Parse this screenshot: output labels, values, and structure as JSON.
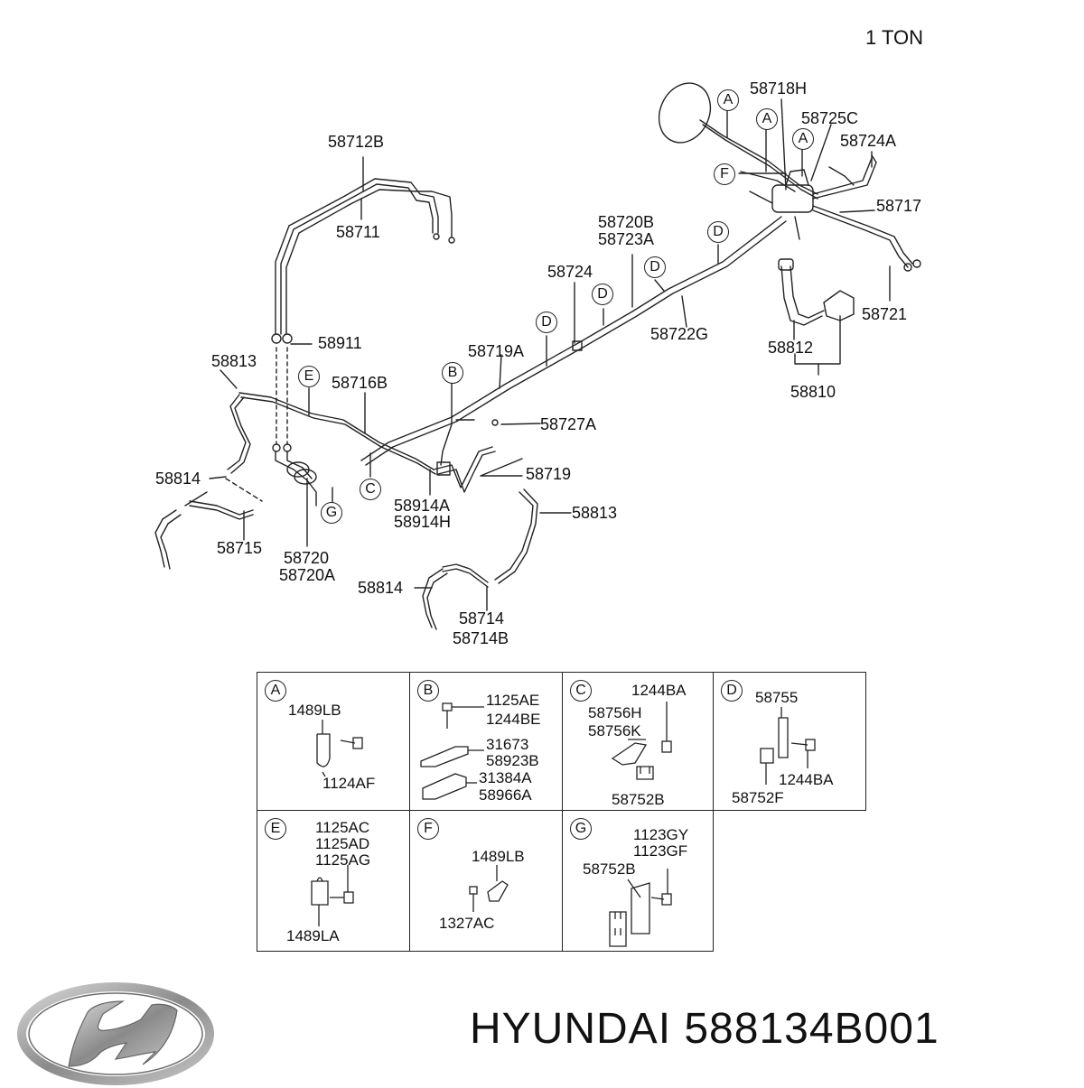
{
  "variant_label": "1 TON",
  "brand_caption": "HYUNDAI 588134B001",
  "part_labels": {
    "p58718H": "58718H",
    "p58725C": "58725C",
    "p58724A": "58724A",
    "p58717": "58717",
    "p58712B": "58712B",
    "p58711": "58711",
    "p58720B": "58720B",
    "p58723A": "58723A",
    "p58724": "58724",
    "p58722G": "58722G",
    "p58721": "58721",
    "p58812": "58812",
    "p58810": "58810",
    "p58911": "58911",
    "p58719A": "58719A",
    "p58813a": "58813",
    "p58716B": "58716B",
    "p58727A": "58727A",
    "p58719": "58719",
    "p58814a": "58814",
    "p58914A": "58914A",
    "p58914H": "58914H",
    "p58813b": "58813",
    "p58715": "58715",
    "p58720": "58720",
    "p58720A": "58720A",
    "p58814b": "58814",
    "p58714": "58714",
    "p58714B": "58714B"
  },
  "callout_letters": {
    "a1": "A",
    "a2": "A",
    "a3": "A",
    "f": "F",
    "d1": "D",
    "d2": "D",
    "d3": "D",
    "d4": "D",
    "b": "B",
    "e": "E",
    "c": "C",
    "g": "G"
  },
  "detail_table": {
    "A": {
      "tag": "A",
      "labels": [
        "1489LB",
        "1124AF"
      ]
    },
    "B": {
      "tag": "B",
      "labels": [
        "1125AE",
        "1244BE",
        "31673",
        "58923B",
        "31384A",
        "58966A"
      ]
    },
    "C": {
      "tag": "C",
      "labels": [
        "1244BA",
        "58756H",
        "58756K",
        "58752B"
      ]
    },
    "D": {
      "tag": "D",
      "labels": [
        "58755",
        "1244BA",
        "58752F"
      ]
    },
    "E": {
      "tag": "E",
      "labels": [
        "1125AC",
        "1125AD",
        "1125AG",
        "1489LA"
      ]
    },
    "F": {
      "tag": "F",
      "labels": [
        "1489LB",
        "1327AC"
      ]
    },
    "G": {
      "tag": "G",
      "labels": [
        "1123GY",
        "1123GF",
        "58752B"
      ]
    }
  },
  "colors": {
    "line": "#222222",
    "background": "#ffffff",
    "logo": "#9a9a9a"
  }
}
